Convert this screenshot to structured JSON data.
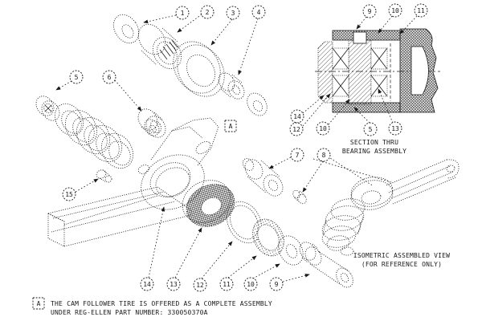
{
  "drawing": {
    "colors": {
      "ink": "#1a1a1a",
      "paper": "#ffffff"
    },
    "callouts": {
      "exploded_top": [
        "1",
        "2",
        "3",
        "4"
      ],
      "exploded_left": [
        "5",
        "6",
        "15"
      ],
      "exploded_mid": [
        "7",
        "8"
      ],
      "exploded_bottom": [
        "14",
        "13",
        "12",
        "11",
        "10",
        "9"
      ],
      "section_top": [
        "9",
        "10",
        "11"
      ],
      "section_bottom": [
        "14",
        "12",
        "10",
        "5",
        "13"
      ]
    },
    "section_view": {
      "title_line1": "SECTION THRU",
      "title_line2": "BEARING ASSEMBLY"
    },
    "isometric_view": {
      "title_line1": "ISOMETRIC ASSEMBLED VIEW",
      "title_line2": "(FOR REFERENCE ONLY)"
    },
    "detail_flag": "A",
    "note": {
      "flag": "A",
      "line1": "THE CAM FOLLOWER TIRE IS OFFERED AS A COMPLETE ASSEMBLY",
      "line2": "UNDER REG-ELLEN PART NUMBER: 330050370A"
    }
  }
}
